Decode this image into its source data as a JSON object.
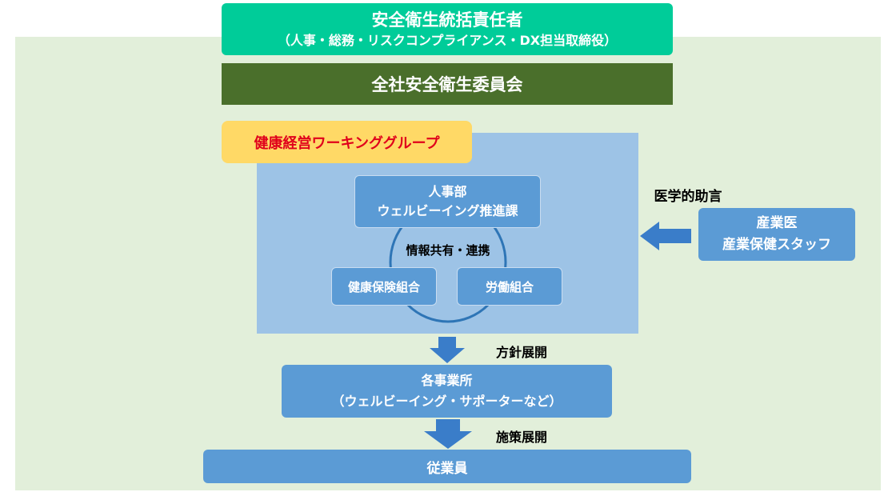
{
  "top": {
    "title": "安全衛生統括責任者",
    "subtitle": "（人事・総務・リスクコンプライアンス・DX担当取締役）"
  },
  "committee": {
    "label": "全社安全衛生委員会"
  },
  "working_group": {
    "label": "健康経営ワーキンググループ",
    "hr": {
      "line1": "人事部",
      "line2": "ウェルビーイング推進課"
    },
    "info_sharing": "情報共有・連携",
    "health_insurance": "健康保険組合",
    "labor_union": "労働組合"
  },
  "medical": {
    "advice_label": "医学的助言",
    "line1": "産業医",
    "line2": "産業保健スタッフ"
  },
  "flow": {
    "policy_label": "方針展開",
    "office": {
      "line1": "各事業所",
      "line2": "（ウェルビーイング・サポーターなど）"
    },
    "measures_label": "施策展開",
    "employees": "従業員"
  },
  "colors": {
    "background_area": "#e2efda",
    "top_box": "#00cc99",
    "committee_box": "#4a6f2b",
    "wg_area": "#9dc3e6",
    "wg_label": "#ffd966",
    "wg_label_text": "#e0001b",
    "node_box": "#5b9bd5",
    "arrow": "#3a7dc9"
  },
  "icons": {
    "medical_arrow": "arrow-left-icon",
    "policy_arrow": "arrow-down-icon",
    "measures_arrow": "arrow-down-icon",
    "cycle": "cycle-ellipse-icon"
  }
}
